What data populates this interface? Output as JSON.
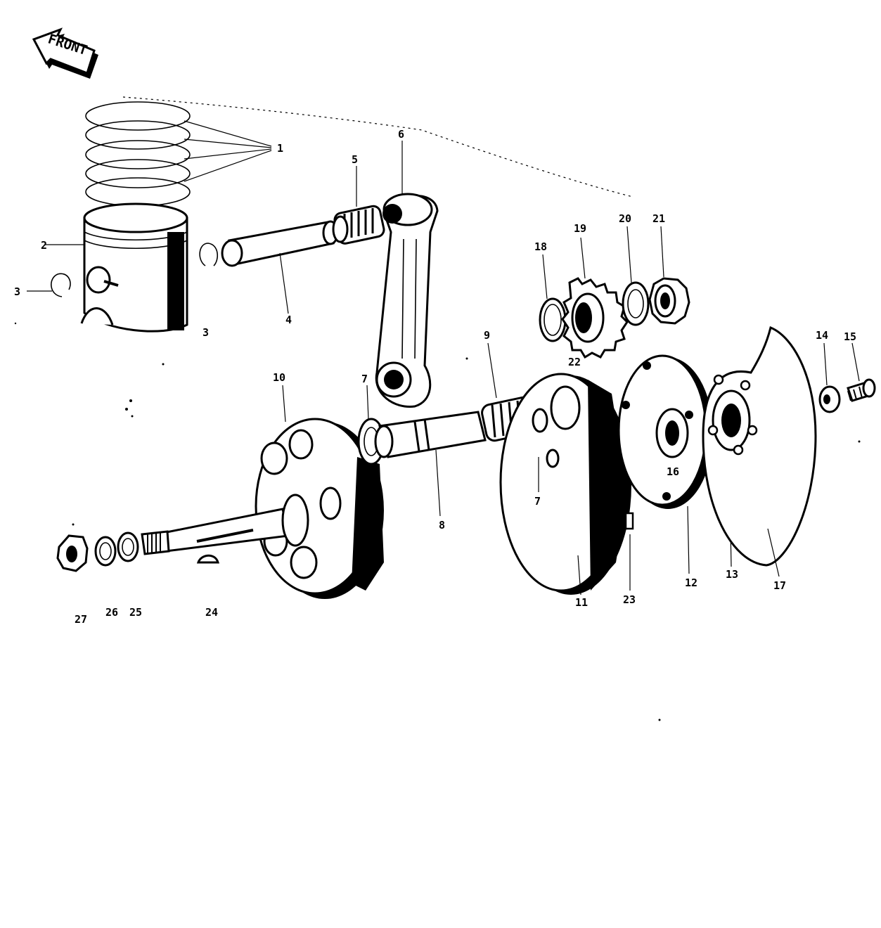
{
  "direction_label": "FRONT",
  "callouts": [
    {
      "id": "c1",
      "text": "1"
    },
    {
      "id": "c2",
      "text": "2"
    },
    {
      "id": "c3a",
      "text": "3"
    },
    {
      "id": "c3b",
      "text": "3"
    },
    {
      "id": "c4",
      "text": "4"
    },
    {
      "id": "c5",
      "text": "5"
    },
    {
      "id": "c6",
      "text": "6"
    },
    {
      "id": "c7a",
      "text": "7"
    },
    {
      "id": "c7b",
      "text": "7"
    },
    {
      "id": "c8",
      "text": "8"
    },
    {
      "id": "c9",
      "text": "9"
    },
    {
      "id": "c10",
      "text": "10"
    },
    {
      "id": "c11",
      "text": "11"
    },
    {
      "id": "c12",
      "text": "12"
    },
    {
      "id": "c13",
      "text": "13"
    },
    {
      "id": "c14",
      "text": "14"
    },
    {
      "id": "c15",
      "text": "15"
    },
    {
      "id": "c16",
      "text": "16"
    },
    {
      "id": "c17",
      "text": "17"
    },
    {
      "id": "c18",
      "text": "18"
    },
    {
      "id": "c19",
      "text": "19"
    },
    {
      "id": "c20",
      "text": "20"
    },
    {
      "id": "c21",
      "text": "21"
    },
    {
      "id": "c22",
      "text": "22"
    },
    {
      "id": "c23",
      "text": "23"
    },
    {
      "id": "c24",
      "text": "24"
    },
    {
      "id": "c25",
      "text": "25"
    },
    {
      "id": "c26",
      "text": "26"
    },
    {
      "id": "c27",
      "text": "27"
    }
  ]
}
